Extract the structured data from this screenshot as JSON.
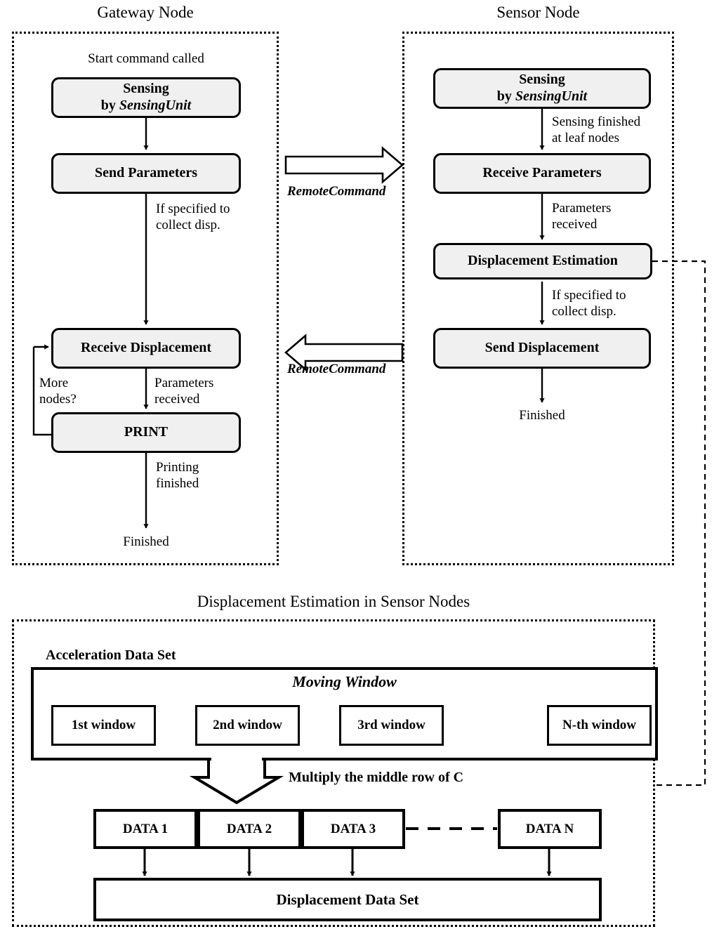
{
  "diagram": {
    "title_gateway": "Gateway Node",
    "title_sensor": "Sensor Node",
    "title_bottom": "Displacement Estimation in Sensor Nodes"
  },
  "gateway": {
    "start_label": "Start command called",
    "box_sensing_line1": "Sensing",
    "box_sensing_line2_prefix": "by ",
    "box_sensing_line2_italic": "SensingUnit",
    "box_send_parameters": "Send Parameters",
    "edge_if_specified": "If specified to\ncollect disp.",
    "box_receive_displacement": "Receive Displacement",
    "edge_more_nodes": "More\nnodes?",
    "edge_parameters_received": "Parameters\nreceived",
    "box_print": "PRINT",
    "edge_printing_finished": "Printing\nfinished",
    "end_label": "Finished"
  },
  "sensor": {
    "box_sensing_line1": "Sensing",
    "box_sensing_line2_prefix": "by ",
    "box_sensing_line2_italic": "SensingUnit",
    "edge_sensing_finished": "Sensing finished\nat leaf nodes",
    "box_receive_parameters": "Receive Parameters",
    "edge_parameters_received": "Parameters\nreceived",
    "box_displacement_estimation": "Displacement Estimation",
    "edge_if_specified": "If specified to\ncollect disp.",
    "box_send_displacement": "Send Displacement",
    "end_label": "Finished"
  },
  "interlinks": {
    "remote_command_down": "RemoteCommand",
    "remote_command_up": "RemoteCommand"
  },
  "bottom": {
    "acceleration_label": "Acceleration Data Set",
    "moving_window_title": "Moving Window",
    "windows": [
      "1st window",
      "2nd window",
      "3rd window",
      "N-th window"
    ],
    "multiply_label": "Multiply the middle row of C",
    "data_boxes": [
      "DATA 1",
      "DATA 2",
      "DATA 3",
      "DATA N"
    ],
    "displacement_data_set": "Displacement Data Set"
  },
  "colors": {
    "box_fill": "#f0f0f0",
    "stroke": "#000000",
    "background": "#ffffff"
  }
}
